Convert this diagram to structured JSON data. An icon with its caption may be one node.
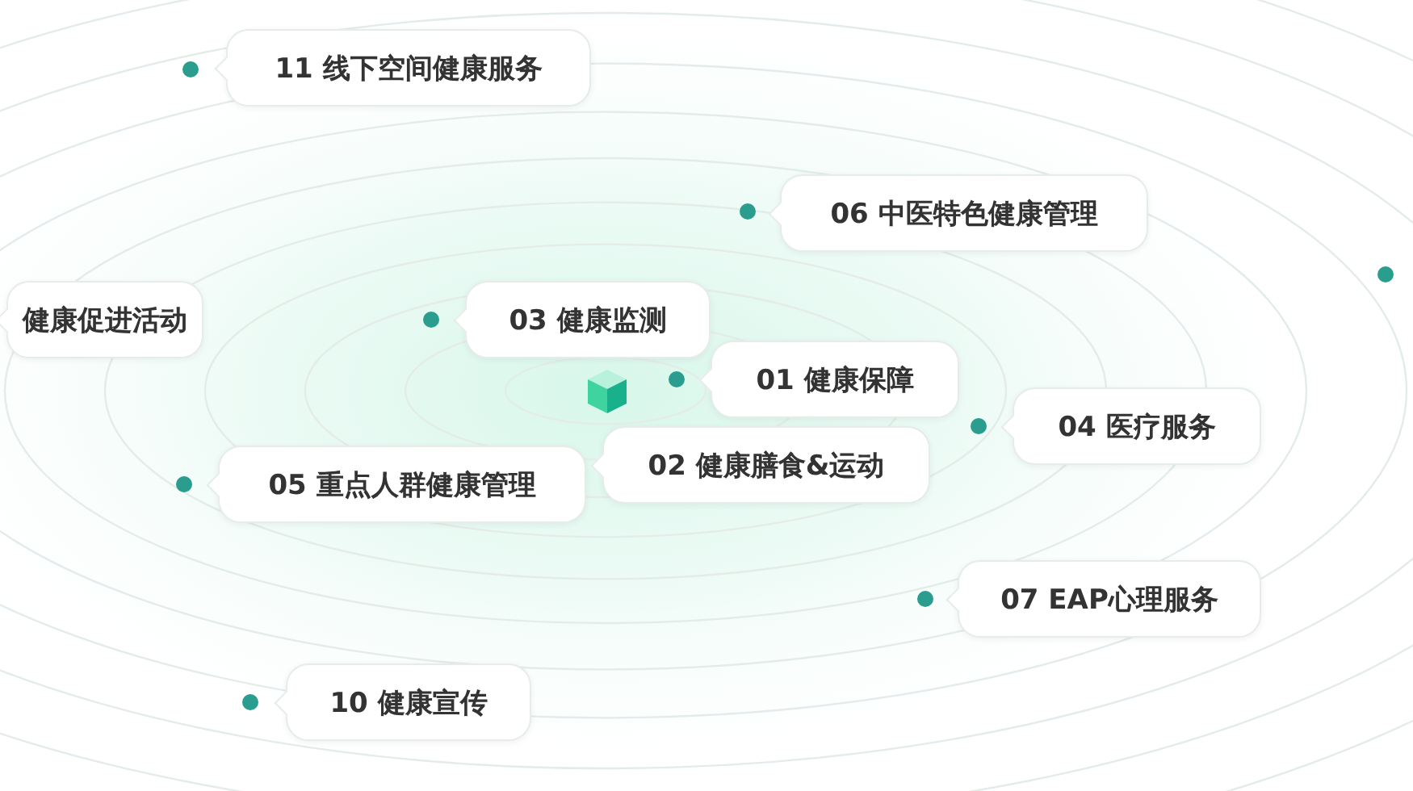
{
  "diagram": {
    "nodes": [
      {
        "text": [
          "11 线下空间健康服务"
        ]
      },
      {
        "text": [
          "06 中医特色健康管理"
        ]
      },
      {
        "text": [
          "健康促进活动"
        ]
      },
      {
        "text": [
          "03 健康监测"
        ]
      },
      {
        "text": [
          "01 健康保障"
        ]
      },
      {
        "text": [
          "04 医疗服务"
        ]
      },
      {
        "text": [
          "02 健康膳食&运动"
        ]
      },
      {
        "text": [
          "05 重点人群健康管理"
        ]
      },
      {
        "text": [
          "07 EAP心理服务"
        ]
      },
      {
        "text": [
          "10 健康宣传"
        ]
      }
    ]
  }
}
